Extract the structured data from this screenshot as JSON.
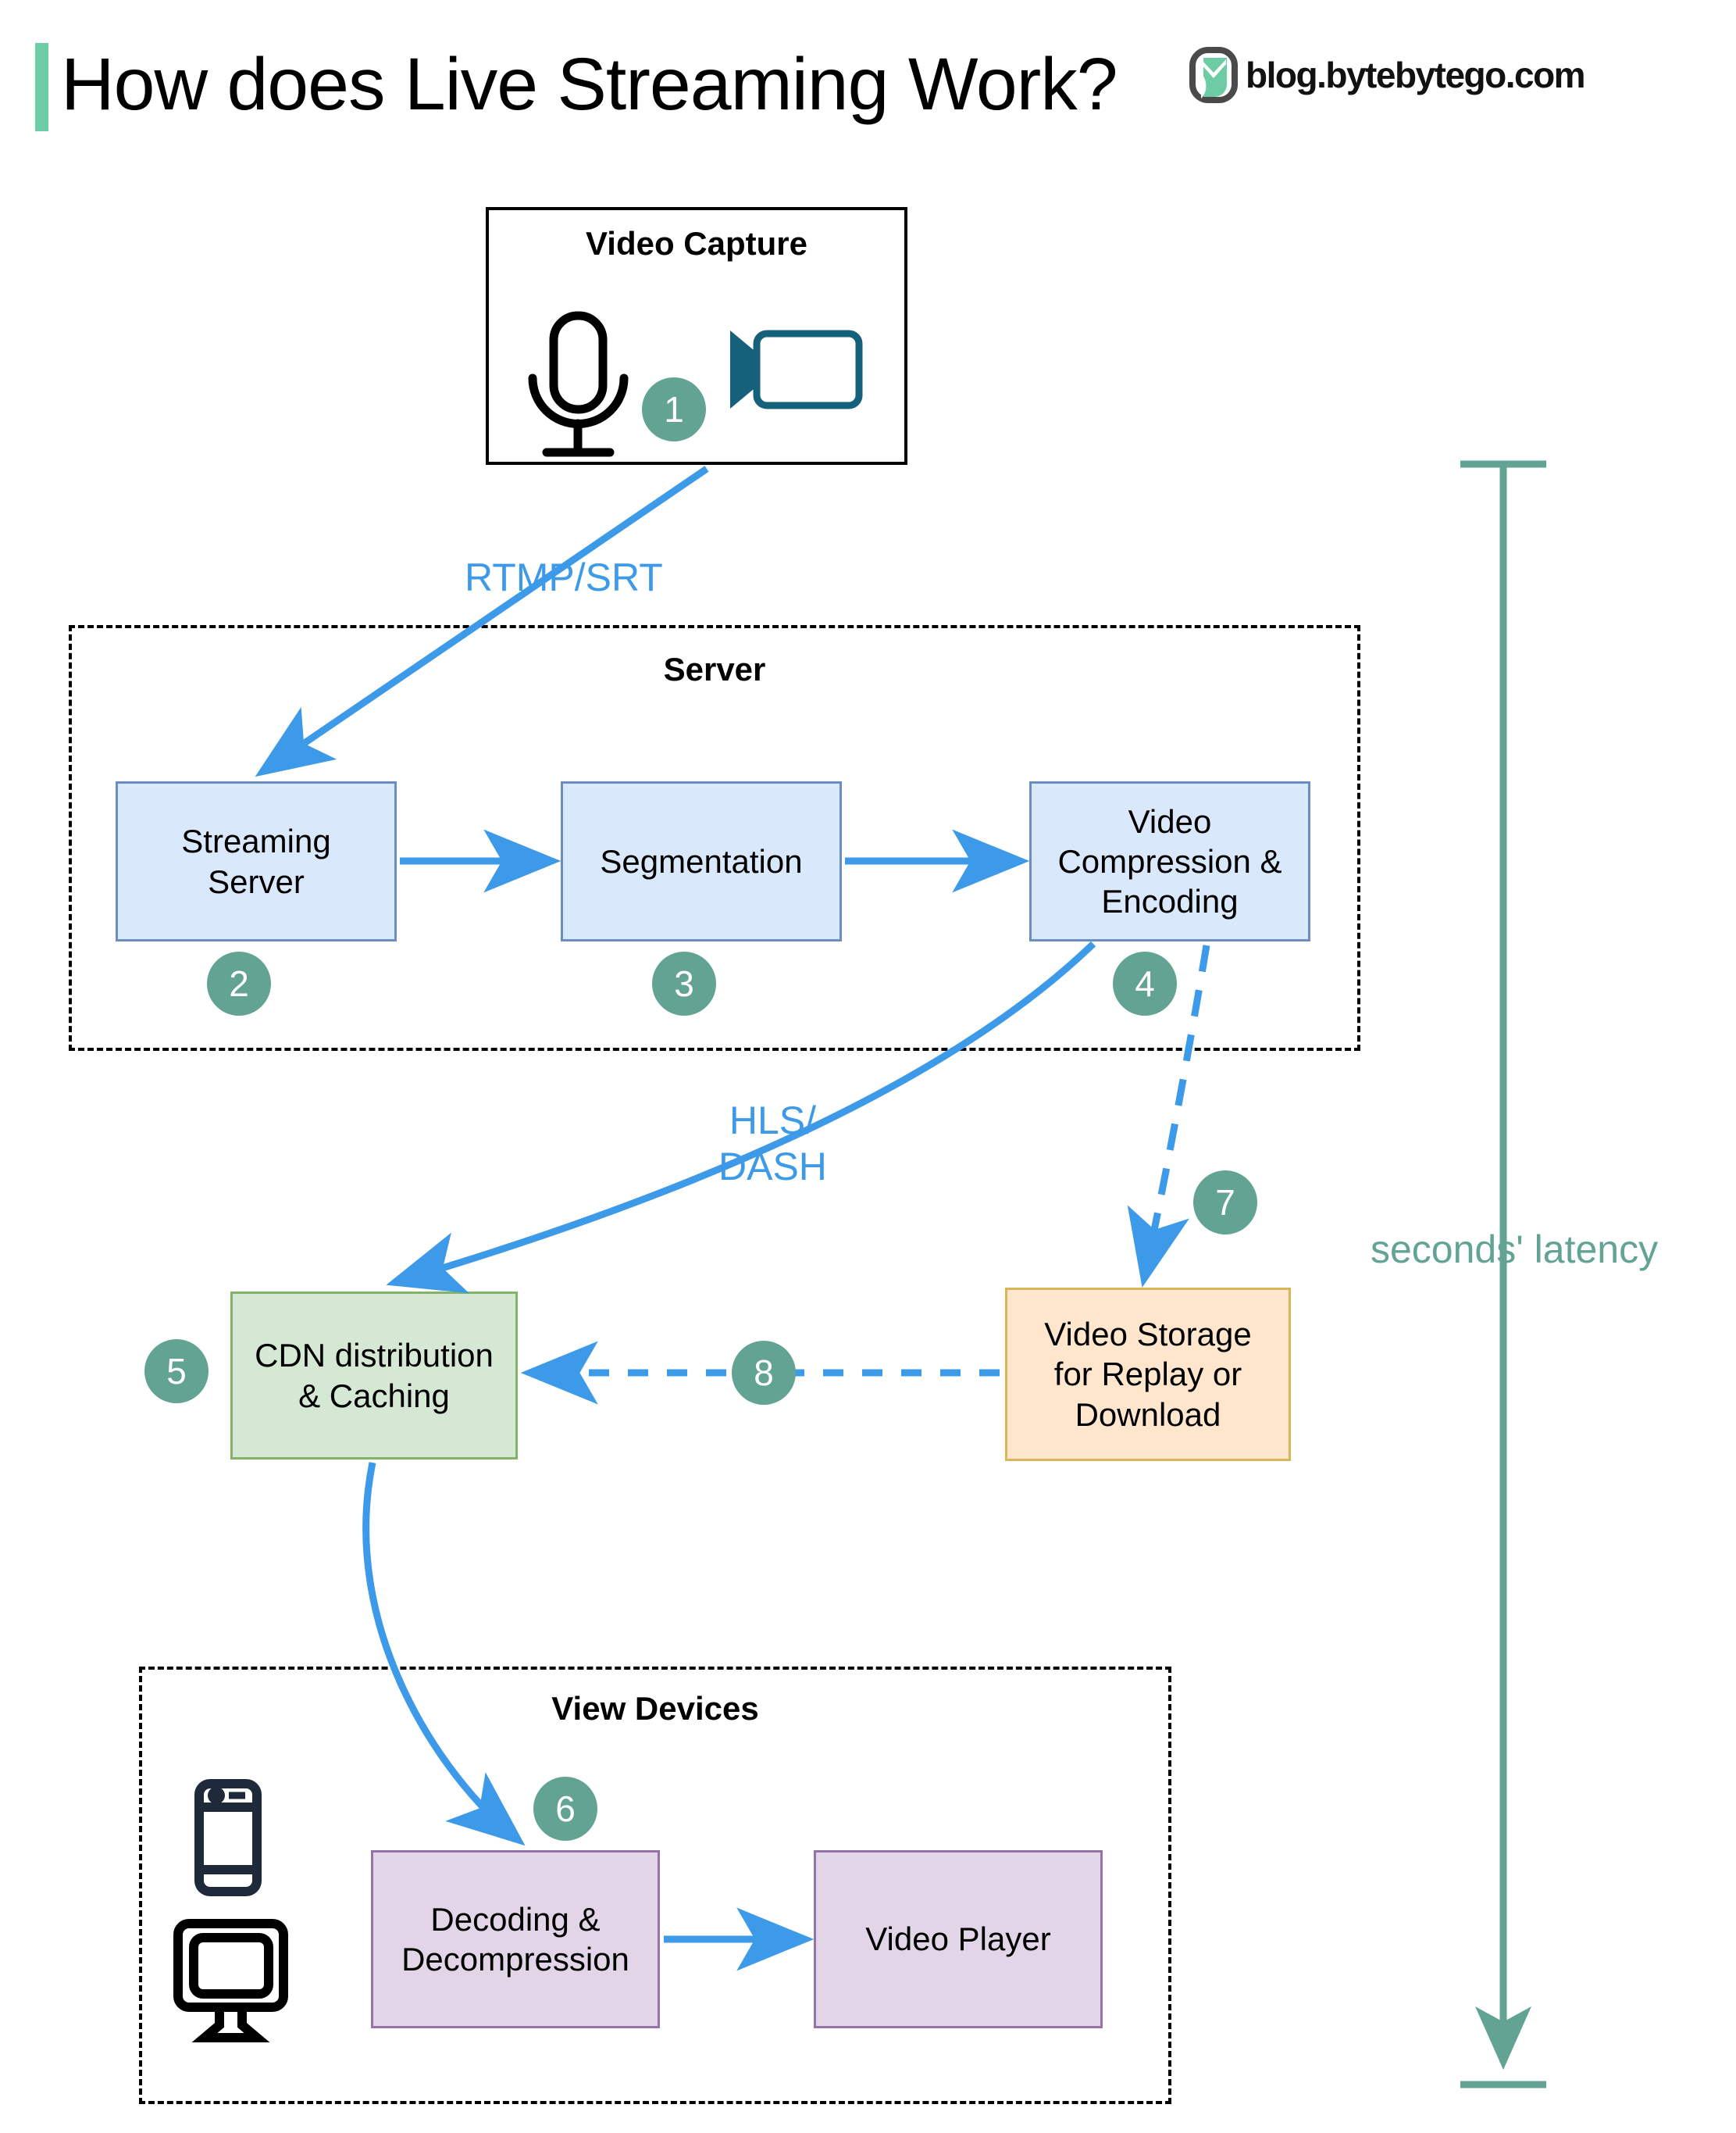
{
  "header": {
    "title": "How does Live Streaming Work?",
    "brand_text": "blog.bytebytego.com",
    "accent_color": "#6ecca4",
    "logo_icon": "bytebytego-logo-icon"
  },
  "groups": {
    "capture": {
      "title": "Video Capture"
    },
    "server": {
      "title": "Server"
    },
    "view_devices": {
      "title": "View Devices"
    }
  },
  "nodes": [
    {
      "id": "streaming-server",
      "label": "Streaming\nServer",
      "color": "#dae8fc",
      "border": "#6c8ebf"
    },
    {
      "id": "segmentation",
      "label": "Segmentation",
      "color": "#dae8fc",
      "border": "#6c8ebf"
    },
    {
      "id": "video-compression",
      "label": "Video\nCompression &\nEncoding",
      "color": "#dae8fc",
      "border": "#6c8ebf"
    },
    {
      "id": "cdn",
      "label": "CDN distribution\n& Caching",
      "color": "#d5e8d4",
      "border": "#82b366"
    },
    {
      "id": "video-storage",
      "label": "Video Storage\nfor Replay or\nDownload",
      "color": "#ffe6cc",
      "border": "#d6b656"
    },
    {
      "id": "decoding",
      "label": "Decoding &\nDecompression",
      "color": "#e1d5e7",
      "border": "#9673a6"
    },
    {
      "id": "video-player",
      "label": "Video Player",
      "color": "#e1d5e7",
      "border": "#9673a6"
    }
  ],
  "node_labels": {
    "streaming_server_line1": "Streaming",
    "streaming_server_line2": "Server",
    "segmentation": "Segmentation",
    "video_compression_line1": "Video",
    "video_compression_line2": "Compression &",
    "video_compression_line3": "Encoding",
    "cdn_line1": "CDN distribution",
    "cdn_line2": "& Caching",
    "video_storage_line1": "Video Storage",
    "video_storage_line2": "for Replay or",
    "video_storage_line3": "Download",
    "decoding_line1": "Decoding &",
    "decoding_line2": "Decompression",
    "video_player": "Video Player"
  },
  "badges": [
    {
      "n": "1"
    },
    {
      "n": "2"
    },
    {
      "n": "3"
    },
    {
      "n": "4"
    },
    {
      "n": "5"
    },
    {
      "n": "6"
    },
    {
      "n": "7"
    },
    {
      "n": "8"
    }
  ],
  "badge_values": {
    "b1": "1",
    "b2": "2",
    "b3": "3",
    "b4": "4",
    "b5": "5",
    "b6": "6",
    "b7": "7",
    "b8": "8"
  },
  "edge_labels": {
    "rtmp_srt": "RTMP/SRT",
    "hls_line1": "HLS/",
    "hls_line2": "DASH",
    "latency": "seconds' latency"
  },
  "icons": {
    "microphone": "microphone-icon",
    "video_camera": "video-camera-icon",
    "phone": "mobile-phone-icon",
    "monitor": "desktop-monitor-icon"
  },
  "colors": {
    "arrow_blue": "#3d9ae8",
    "badge_green": "#62a393",
    "latency_green": "#62a393",
    "accent": "#6ecca4",
    "camera_outline": "#15607a"
  }
}
